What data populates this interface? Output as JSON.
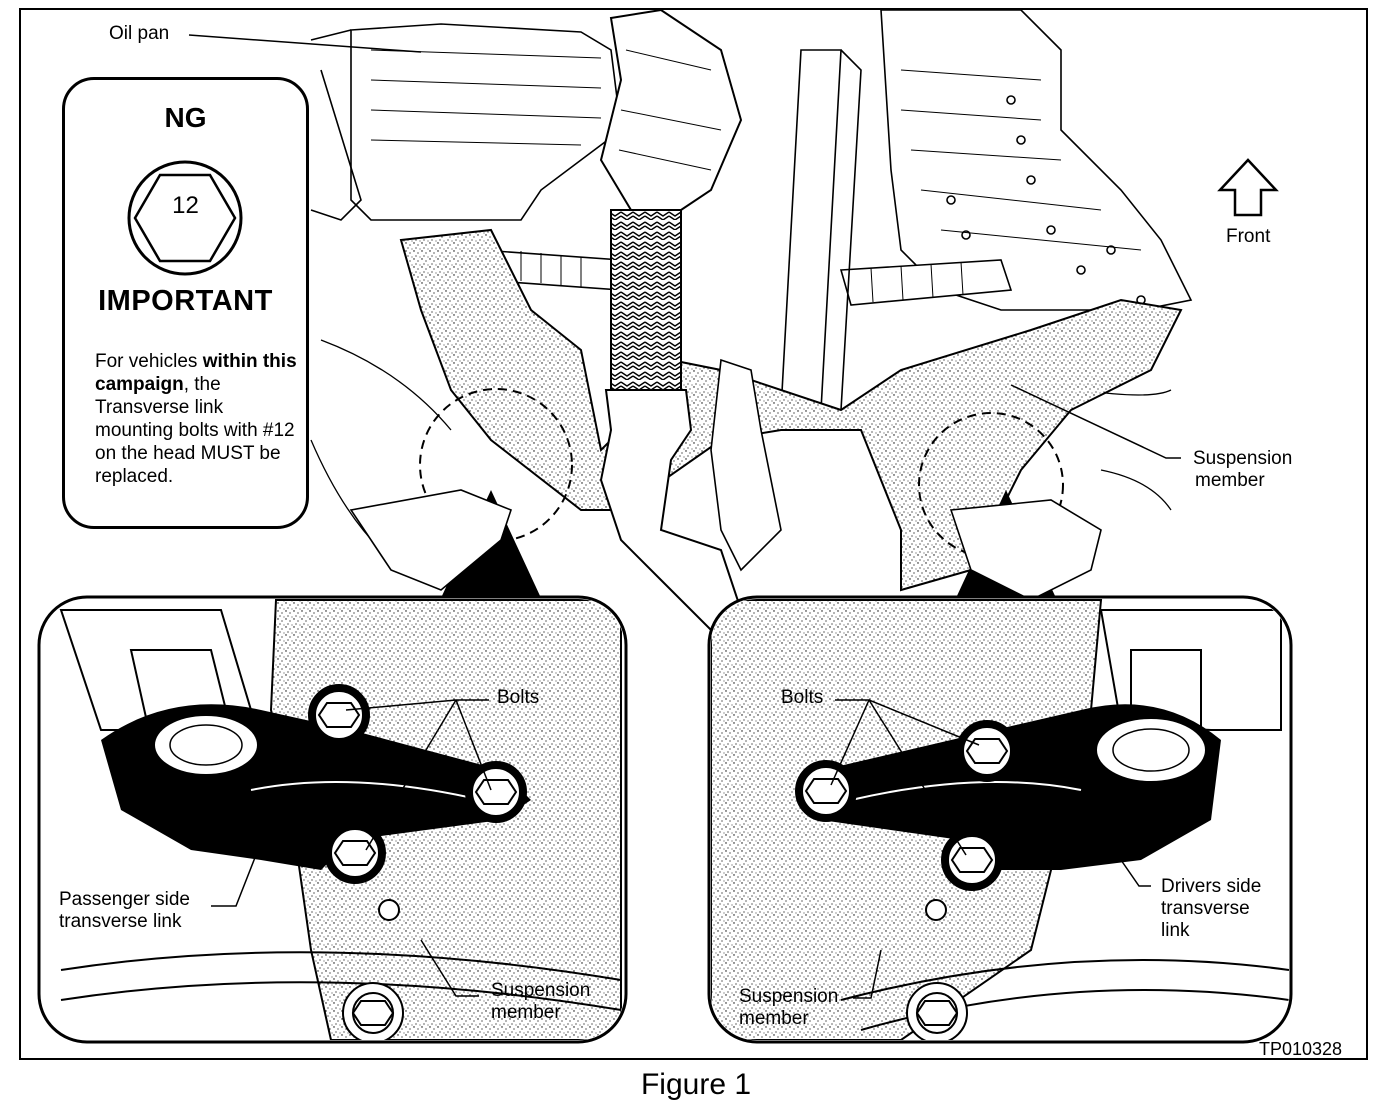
{
  "labels": {
    "oil_pan": "Oil pan",
    "front": "Front",
    "suspension_member_top": [
      "Suspension",
      "member"
    ],
    "bolts_left": "Bolts",
    "bolts_right": "Bolts",
    "passenger_link": [
      "Passenger side",
      "transverse link"
    ],
    "drivers_link": [
      "Drivers side",
      "transverse",
      "link"
    ],
    "suspension_member_left": [
      "Suspension",
      "member"
    ],
    "suspension_member_right": [
      "Suspension",
      "member"
    ],
    "ref_code": "TP010328"
  },
  "important": {
    "ng": "NG",
    "bolt_number": "12",
    "title": "IMPORTANT",
    "text_parts": [
      {
        "t": "For vehicles ",
        "b": false
      },
      {
        "t": "within this campaign",
        "b": true
      },
      {
        "t": ", the Transverse link mounting bolts with #12 on the head MUST be replaced.",
        "b": false
      }
    ]
  },
  "caption": "Figure 1"
}
